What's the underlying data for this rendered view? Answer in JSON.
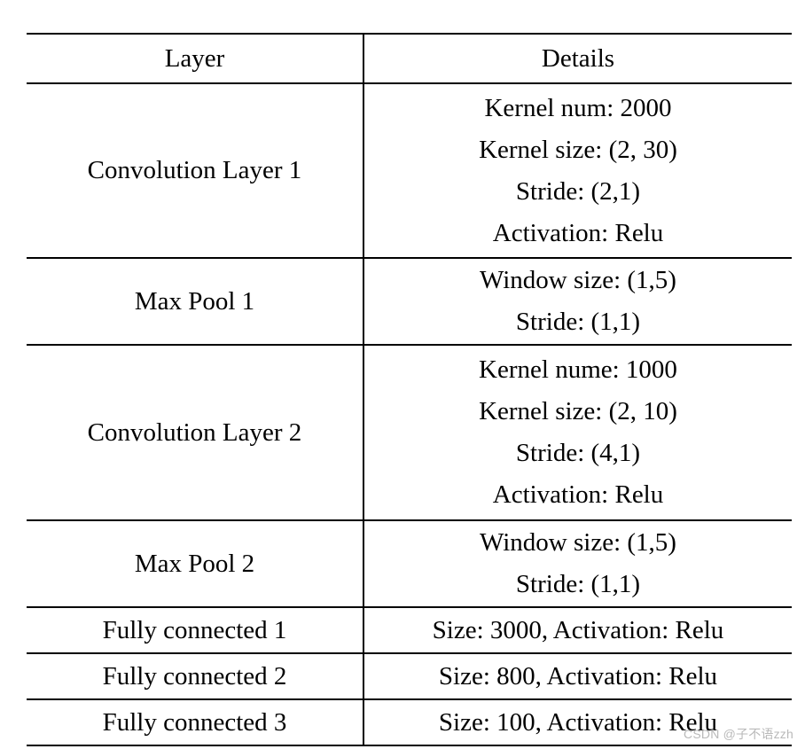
{
  "table": {
    "headers": {
      "layer": "Layer",
      "details": "Details"
    },
    "rows": [
      {
        "layer": "Convolution Layer 1",
        "details": [
          "Kernel num: 2000",
          "Kernel size: (2, 30)",
          "Stride: (2,1)",
          "Activation: Relu"
        ]
      },
      {
        "layer": "Max Pool 1",
        "details": [
          "Window size: (1,5)",
          "Stride: (1,1)"
        ]
      },
      {
        "layer": "Convolution Layer 2",
        "details": [
          "Kernel nume: 1000",
          "Kernel size: (2, 10)",
          "Stride: (4,1)",
          "Activation: Relu"
        ]
      },
      {
        "layer": "Max Pool 2",
        "details": [
          "Window size: (1,5)",
          "Stride: (1,1)"
        ]
      },
      {
        "layer": "Fully connected 1",
        "details": [
          "Size: 3000, Activation: Relu"
        ]
      },
      {
        "layer": "Fully connected 2",
        "details": [
          "Size: 800, Activation: Relu"
        ]
      },
      {
        "layer": "Fully connected 3",
        "details": [
          "Size: 100, Activation: Relu"
        ]
      }
    ]
  },
  "watermark": {
    "text": "CSDN @子不语zzh"
  },
  "colors": {
    "rule": "#000000",
    "text": "#000000",
    "background": "#ffffff",
    "watermark": "#b9b9b9"
  }
}
